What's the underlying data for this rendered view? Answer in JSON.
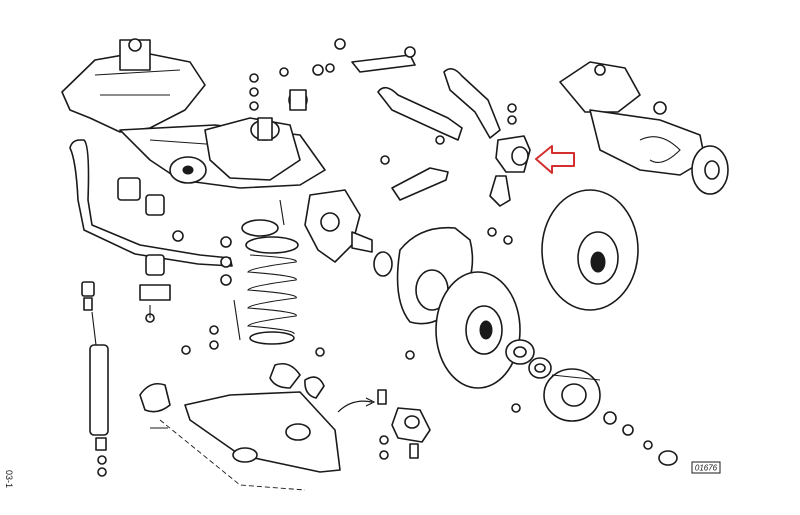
{
  "diagram": {
    "reference_code": "01676",
    "page_marker": "03-1",
    "colors": {
      "line": "#1a1a1a",
      "paper": "#ffffff",
      "highlight_arrow": "#d32f2f"
    },
    "highlight": {
      "icon": "outline-arrow-left-icon",
      "target": "ball-joint-bushing"
    }
  }
}
